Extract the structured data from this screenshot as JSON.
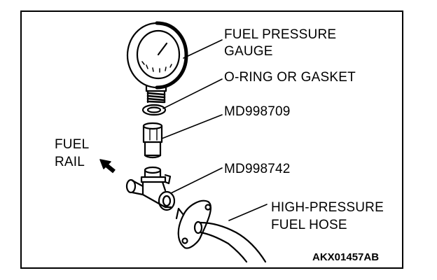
{
  "labels": {
    "gauge_line1": "FUEL PRESSURE",
    "gauge_line2": "GAUGE",
    "oring": "O-RING OR GASKET",
    "adapter_upper": "MD998709",
    "adapter_lower": "MD998742",
    "fuel_rail_line1": "FUEL",
    "fuel_rail_line2": "RAIL",
    "hose_line1": "HIGH-PRESSURE",
    "hose_line2": "FUEL HOSE"
  },
  "figure_code": "AKX01457AB"
}
